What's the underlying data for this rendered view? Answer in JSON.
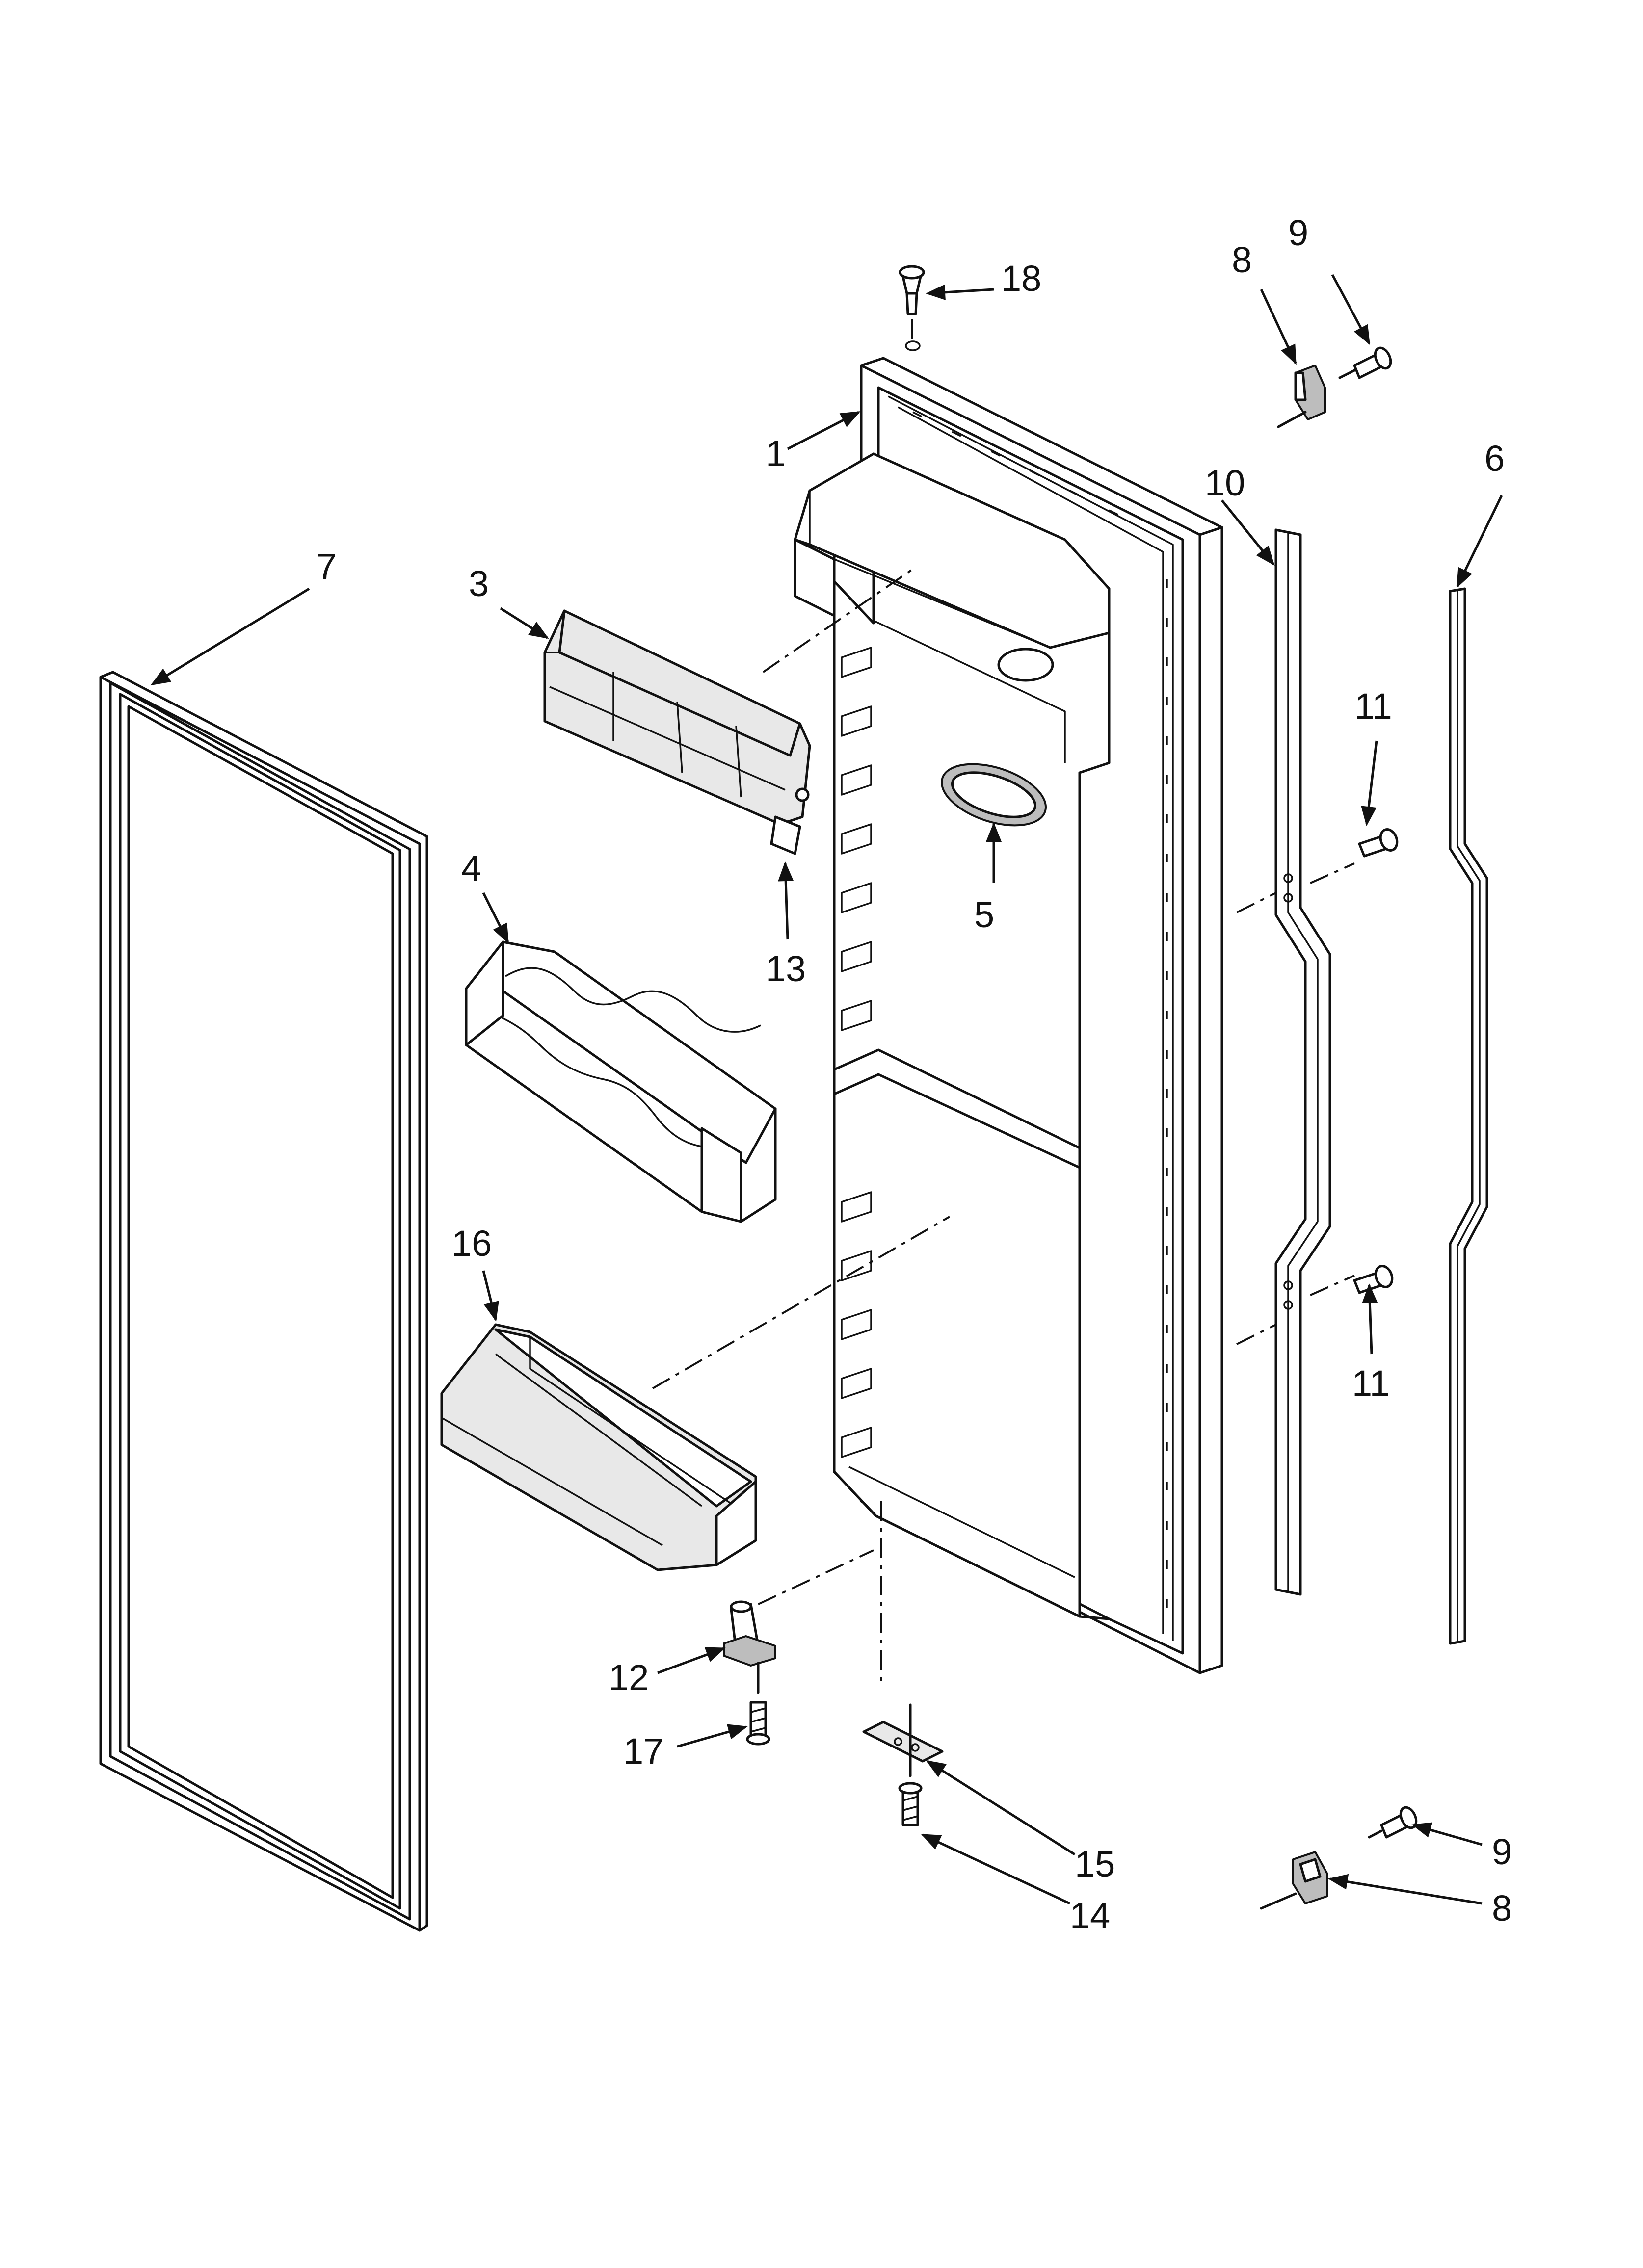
{
  "diagram": {
    "callouts": [
      {
        "id": "callout-18",
        "text": "18"
      },
      {
        "id": "callout-1",
        "text": "1"
      },
      {
        "id": "callout-3",
        "text": "3"
      },
      {
        "id": "callout-7",
        "text": "7"
      },
      {
        "id": "callout-4",
        "text": "4"
      },
      {
        "id": "callout-13",
        "text": "13"
      },
      {
        "id": "callout-5",
        "text": "5"
      },
      {
        "id": "callout-16",
        "text": "16"
      },
      {
        "id": "callout-12",
        "text": "12"
      },
      {
        "id": "callout-17",
        "text": "17"
      },
      {
        "id": "callout-15",
        "text": "15"
      },
      {
        "id": "callout-14",
        "text": "14"
      },
      {
        "id": "callout-10",
        "text": "10"
      },
      {
        "id": "callout-11-top",
        "text": "11"
      },
      {
        "id": "callout-11-bottom",
        "text": "11"
      },
      {
        "id": "callout-6",
        "text": "6"
      },
      {
        "id": "callout-8-top",
        "text": "8"
      },
      {
        "id": "callout-9-top",
        "text": "9"
      },
      {
        "id": "callout-9-bottom",
        "text": "9"
      },
      {
        "id": "callout-8-bottom",
        "text": "8"
      }
    ]
  }
}
